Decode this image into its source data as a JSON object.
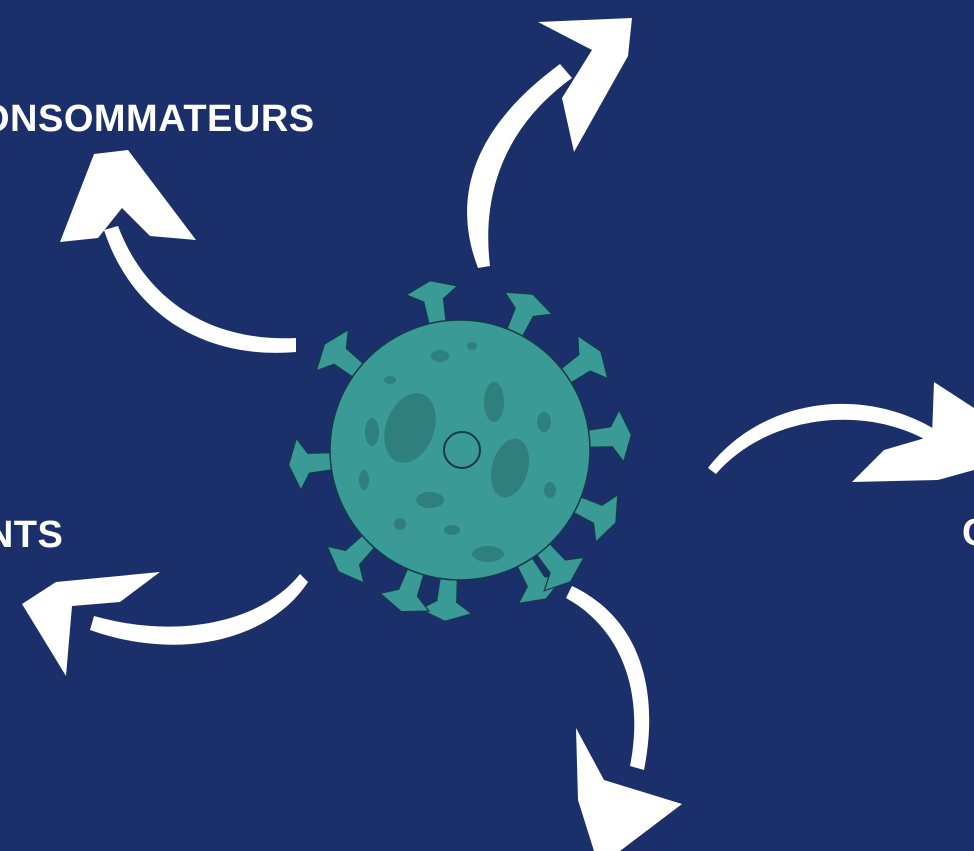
{
  "diagram": {
    "labels": {
      "consommateurs": "ONSOMMATEURS",
      "ents": "ENTS",
      "right": "C"
    }
  },
  "colors": {
    "background": "#1b2f6b",
    "arrow": "#ffffff",
    "virus_body": "#3a9a96",
    "virus_spots": "#2f7f7c",
    "virus_outline": "#163a4a"
  }
}
